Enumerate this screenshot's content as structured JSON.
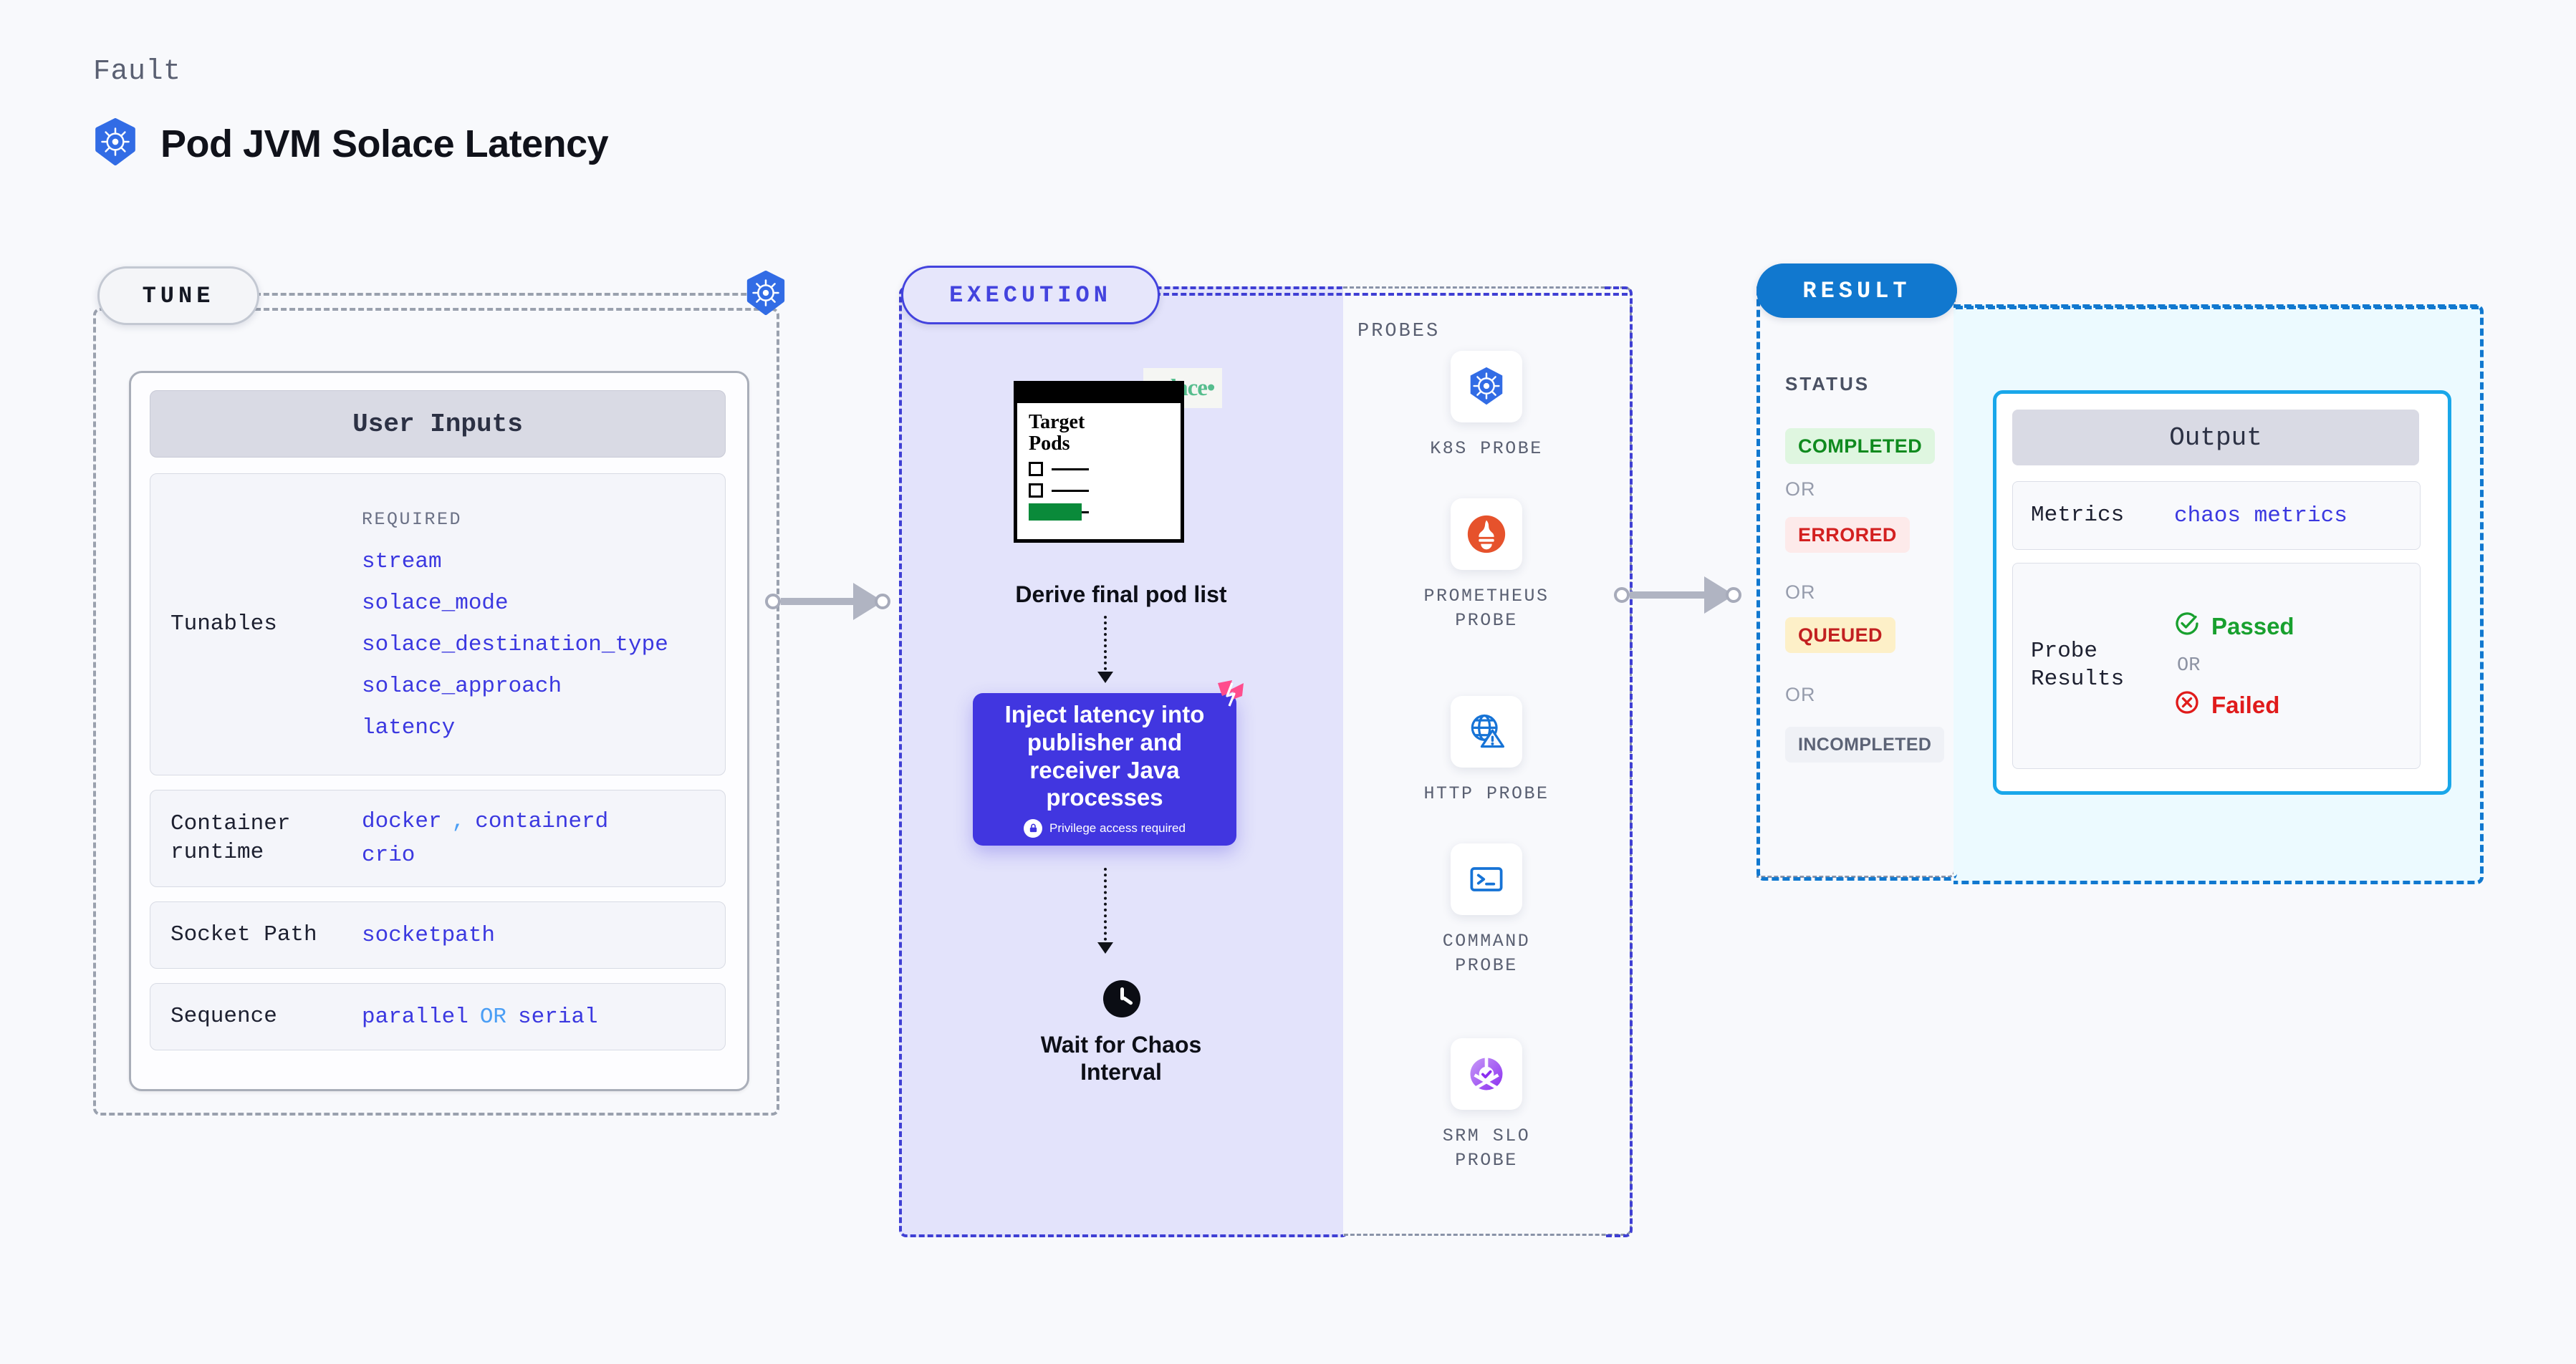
{
  "header": {
    "eyebrow": "Fault",
    "title": "Pod JVM Solace Latency",
    "icon": "kubernetes-icon"
  },
  "tune": {
    "pill_label": "TUNE",
    "platform_icon": "kubernetes-icon",
    "card_title": "User Inputs",
    "required_caption": "REQUIRED",
    "rows": [
      {
        "label": "Tunables",
        "values": [
          "stream",
          "solace_mode",
          "solace_destination_type",
          "solace_approach",
          "latency"
        ]
      },
      {
        "label": "Container runtime",
        "values": [
          "docker",
          "containerd",
          "crio"
        ],
        "separator": ","
      },
      {
        "label": "Socket Path",
        "values": [
          "socketpath"
        ]
      },
      {
        "label": "Sequence",
        "values": [
          "parallel",
          "serial"
        ],
        "separator": "OR"
      }
    ]
  },
  "execution": {
    "pill_label": "EXECUTION",
    "doc": {
      "title_line1": "Target",
      "title_line2": "Pods",
      "brand": "solace",
      "brand_color": "#56bd8e"
    },
    "derive_label": "Derive final pod list",
    "inject": {
      "text": "Inject latency into publisher and receiver Java processes",
      "badge": "Privilege access required",
      "badge_icon": "lock-icon",
      "color": "#4136e0",
      "corner_icon": "harness-logo-icon"
    },
    "wait": {
      "icon": "clock-icon",
      "label_line1": "Wait for Chaos",
      "label_line2": "Interval"
    }
  },
  "probes": {
    "caption": "PROBES",
    "items": [
      {
        "icon": "kubernetes-icon",
        "label": "K8S PROBE"
      },
      {
        "icon": "prometheus-icon",
        "label": "PROMETHEUS PROBE"
      },
      {
        "icon": "globe-warning-icon",
        "label": "HTTP PROBE"
      },
      {
        "icon": "terminal-icon",
        "label": "COMMAND PROBE"
      },
      {
        "icon": "srm-slo-icon",
        "label": "SRM SLO PROBE"
      }
    ]
  },
  "result": {
    "pill_label": "RESULT",
    "status_caption": "STATUS",
    "or_label": "OR",
    "statuses": [
      {
        "label": "COMPLETED",
        "bg": "#dff6e0",
        "fg": "#0f8a1e"
      },
      {
        "label": "ERRORED",
        "bg": "#fdeaea",
        "fg": "#d32020"
      },
      {
        "label": "QUEUED",
        "bg": "#fdf0c8",
        "fg": "#c22020"
      },
      {
        "label": "INCOMPLETED",
        "bg": "#eff1f6",
        "fg": "#5c6376"
      }
    ]
  },
  "output": {
    "card_title": "Output",
    "metrics_label": "Metrics",
    "metrics_value": "chaos metrics",
    "probe_results_label": "Probe Results",
    "passed_label": "Passed",
    "failed_label": "Failed",
    "or_label": "OR",
    "passed_color": "#18a02e",
    "failed_color": "#e01b1b",
    "passed_icon": "check-circle-icon",
    "failed_icon": "x-circle-icon"
  }
}
